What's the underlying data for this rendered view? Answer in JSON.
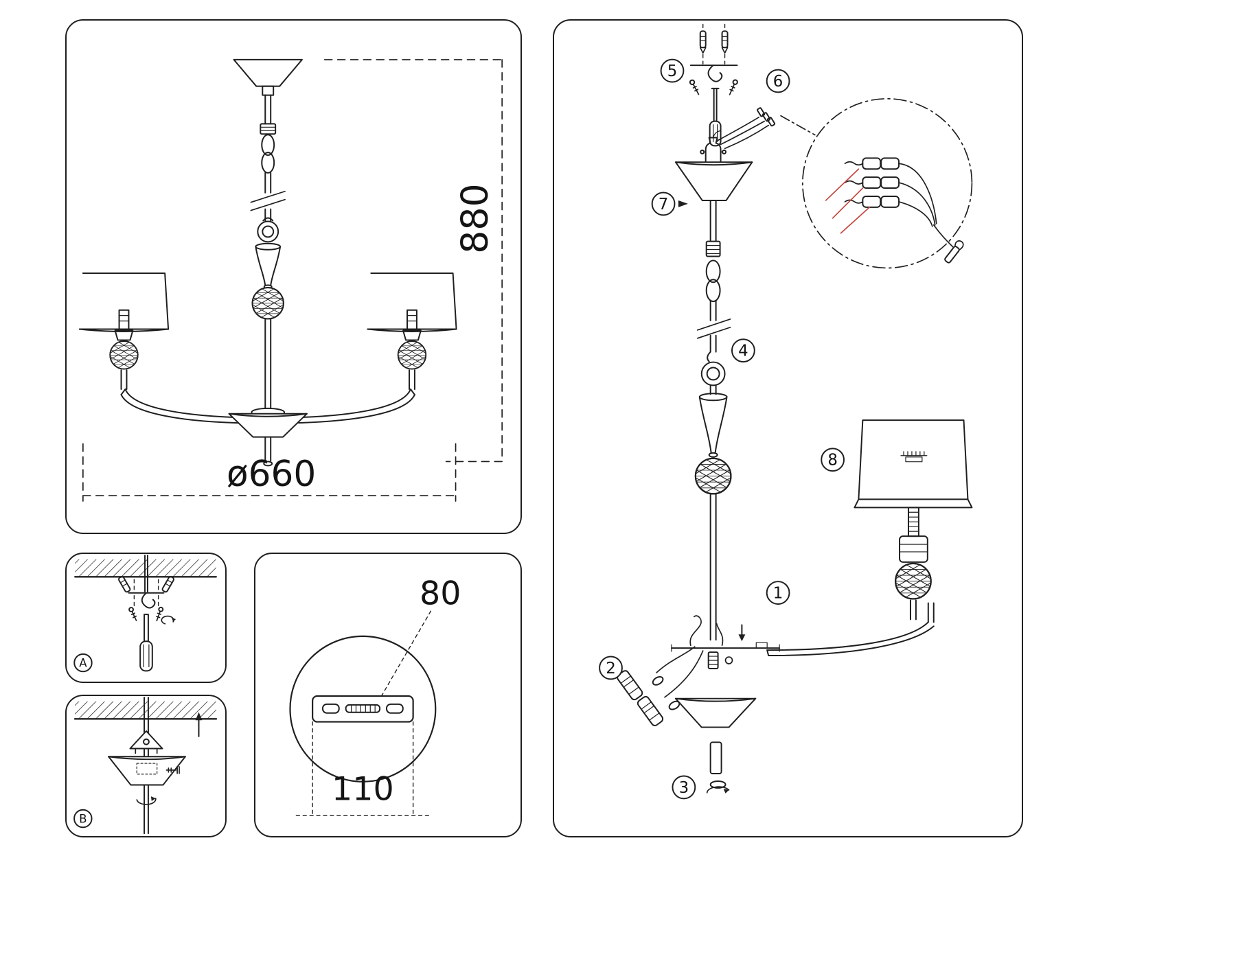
{
  "sheet": {
    "background": "#ffffff",
    "line_color": "#1f1f1f",
    "accent_color": "#c4453c"
  },
  "dimension_drawing": {
    "height_label": "880",
    "diameter_label": "ø660"
  },
  "mount_plate_detail": {
    "hole_spacing_label": "80",
    "plate_length_label": "110"
  },
  "wall_mount_steps": {
    "step_a_label": "A",
    "step_b_label": "B"
  },
  "assembly_steps": {
    "arm": "1",
    "sockets": "2",
    "finial": "3",
    "hanging_loop": "4",
    "ceiling_hook": "5",
    "wiring": "6",
    "canopy": "7",
    "shade": "8"
  }
}
